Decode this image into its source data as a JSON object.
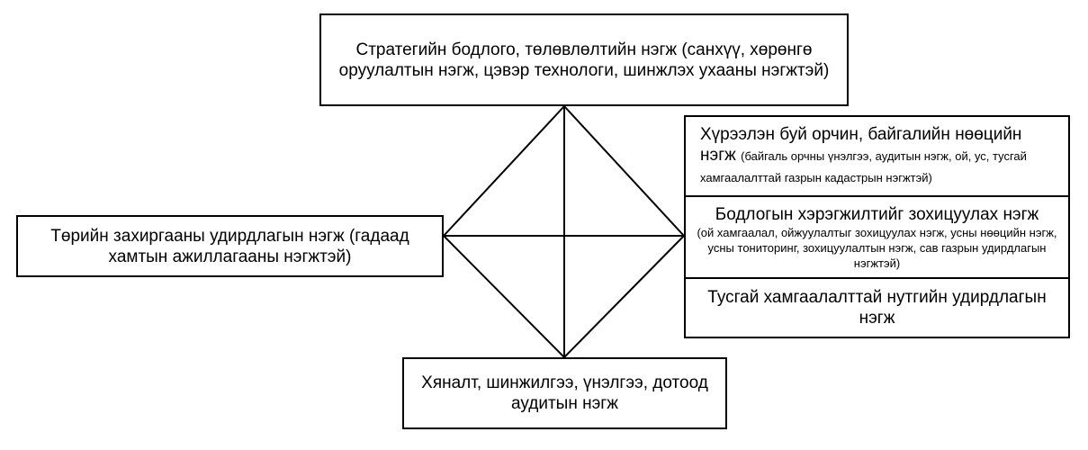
{
  "boxes": {
    "strategy": "Стратегийн бодлого, төлөвлөлтийн нэгж (санхүү, хөрөнгө оруулалтын нэгж, цэвэр технологи, шинжлэх ухааны нэгжтэй)",
    "admin": "Төрийн захиргааны удирдлагын нэгж (гадаад хамтын ажиллагааны нэгжтэй)",
    "audit": "Хяналт, шинжилгээ, үнэлгээ, дотоод аудитын нэгж",
    "environment": {
      "title": "Хүрээлэн буй орчин, байгалийн нөөцийн нэгж",
      "detail": "(байгаль орчны үнэлгээ, аудитын  нэгж, ой, ус, тусгай хамгаалалттай газрын кадастрын нэгжтэй)"
    },
    "policy": {
      "title": "Бодлогын хэрэгжилтийг зохицуулах нэгж",
      "detail": "(ой хамгаалал, ойжуулалтыг зохицуулах  нэгж, усны нөөцийн нэгж, усны тониторинг, зохицуулалтын нэгж, сав газрын удирдлагын нэгжтэй)"
    },
    "protected": "Тусгай хамгаалалттай нутгийн удирдлагын нэгж"
  }
}
